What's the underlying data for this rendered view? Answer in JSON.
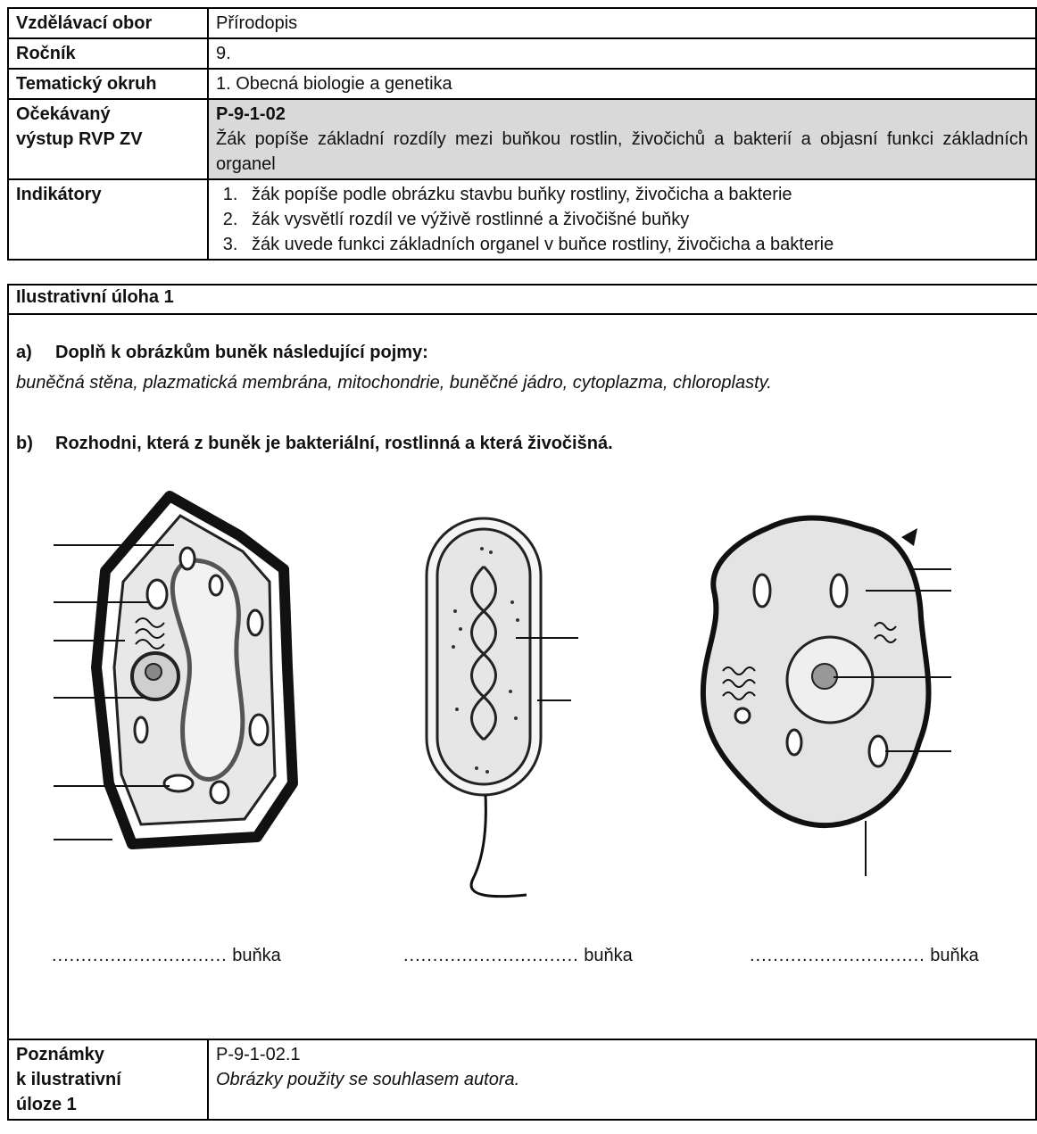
{
  "header_rows": [
    {
      "label": "Vzdělávací obor",
      "value": "Přírodopis"
    },
    {
      "label": "Ročník",
      "value": "9."
    },
    {
      "label": "Tematický okruh",
      "value": "1. Obecná biologie a genetika"
    }
  ],
  "outcome": {
    "label_line1": "Očekávaný",
    "label_line2": "výstup RVP ZV",
    "code": "P-9-1-02",
    "text": "Žák popíše základní rozdíly mezi buňkou rostlin, živočichů a bakterií a objasní funkci základních organel"
  },
  "indicators": {
    "label": "Indikátory",
    "items": [
      "žák popíše podle obrázku stavbu buňky rostliny, živočicha a bakterie",
      "žák vysvětlí rozdíl ve výživě rostlinné a živočišné buňky",
      "žák uvede funkci základních organel v buňce rostliny, živočicha a bakterie"
    ]
  },
  "task": {
    "title": "Ilustrativní úloha 1",
    "a_letter": "a)",
    "a_text": "Doplň k obrázkům buněk následující pojmy:",
    "terms": "buněčná stěna, plazmatická membrána, mitochondrie, buněčné jádro, cytoplazma, chloroplasty.",
    "b_letter": "b)",
    "b_text": "Rozhodni, která z buněk je bakteriální, rostlinná a která živočišná.",
    "answers": [
      {
        "dots": "..............................",
        "word": "buňka"
      },
      {
        "dots": "..............................",
        "word": "buňka"
      },
      {
        "dots": "..............................",
        "word": "buňka"
      }
    ]
  },
  "notes": {
    "label_line1": "Poznámky",
    "label_line2": "k ilustrativní",
    "label_line3": "úloze 1",
    "code": "P-9-1-02.1",
    "text": "Obrázky použity se souhlasem autora."
  }
}
